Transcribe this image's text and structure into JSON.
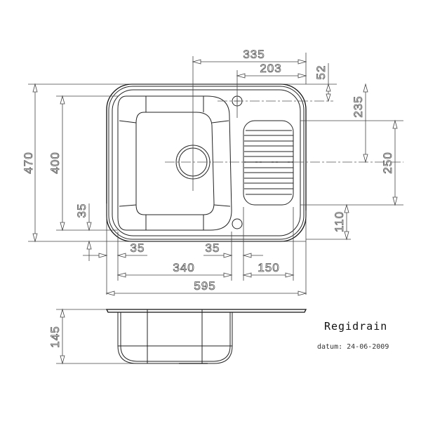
{
  "title_block": {
    "product_name": "Regidrain",
    "date_label": "datum: 24-06-2009"
  },
  "dimensions": {
    "overall_width": "595",
    "overall_height": "470",
    "bowl_height": "400",
    "bowl_width": "340",
    "drainer_width": "150",
    "drainer_height": "250",
    "tap_hole_offset_x": "335",
    "tap_hole_to_edge": "203",
    "tap_hole_from_top": "52",
    "drainer_top_offset": "235",
    "drainer_bottom_offset": "110",
    "rim_left": "35",
    "rim_between": "35",
    "rim_bottom": "35",
    "depth": "145"
  },
  "views": {
    "top_view": "plan view of sink with bowl, drainer, tap hole and overflow",
    "side_view": "section view showing bowl depth"
  }
}
